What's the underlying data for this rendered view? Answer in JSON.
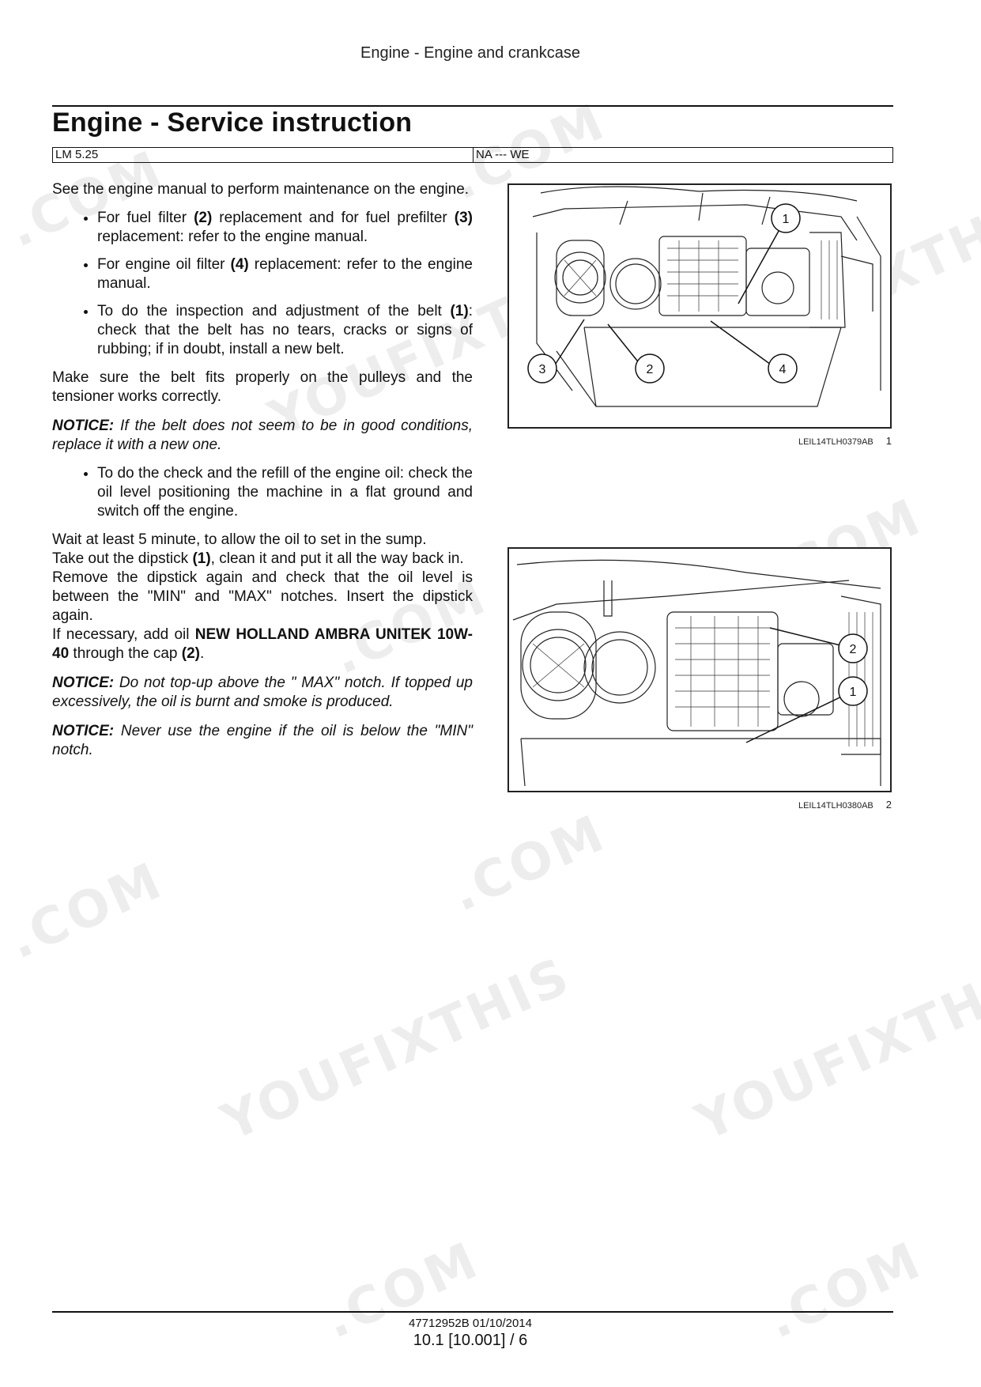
{
  "header": {
    "running_title": "Engine - Engine and crankcase"
  },
  "section": {
    "title": "Engine - Service instruction",
    "model": "LM 5.25",
    "region": "NA --- WE"
  },
  "body": {
    "intro": "See the engine manual to perform maintenance on the engine.",
    "bullet1": {
      "t1": "For fuel filter ",
      "r1": "(2)",
      "t2": " replacement and for fuel prefilter ",
      "r2": "(3)",
      "t3": " replacement: refer to the engine manual."
    },
    "bullet2": {
      "t1": "For engine oil filter ",
      "r1": "(4)",
      "t2": " replacement: refer to the engine manual."
    },
    "bullet3": {
      "t1": "To do the inspection and adjustment of the belt ",
      "r1": "(1)",
      "t2": ": check that the belt has no tears, cracks or signs of rubbing; if in doubt, install a new belt."
    },
    "belt_para": "Make sure the belt fits properly on the pulleys and the tensioner works correctly.",
    "notice1": {
      "label": "NOTICE:",
      "text": " If the belt does not seem to be in good conditions, replace it with a new one."
    },
    "bullet4": "To do the check and the refill of the engine oil: check the oil level positioning the machine in a flat ground and switch off the engine.",
    "wait": "Wait at least 5 minute, to allow the oil to set in the sump.",
    "dipstick": {
      "t1": "Take out the dipstick ",
      "r1": "(1)",
      "t2": ", clean it and put it all the way back in."
    },
    "remove": "Remove the dipstick again and check that the oil level is between the \"MIN\" and \"MAX\" notches. Insert the dipstick again.",
    "add_oil": {
      "t1": "If necessary, add oil ",
      "product": "NEW HOLLAND AMBRA UNITEK 10W-40",
      "t2": " through the cap ",
      "r1": "(2)",
      "t3": "."
    },
    "notice2": {
      "label": "NOTICE:",
      "text": " Do not top-up above the \" MAX\" notch. If topped up excessively, the oil is burnt and smoke is produced."
    },
    "notice3": {
      "label": "NOTICE:",
      "text": " Never use the engine if the oil is below the \"MIN\" notch."
    }
  },
  "figures": [
    {
      "code": "LEIL14TLH0379AB",
      "number": "1",
      "callouts": [
        "1",
        "3",
        "2",
        "4"
      ]
    },
    {
      "code": "LEIL14TLH0380AB",
      "number": "2",
      "callouts": [
        "2",
        "1"
      ]
    }
  ],
  "watermark": {
    "text_a": "YOUFIXTHIS",
    "text_b": ".COM"
  },
  "footer": {
    "doc_code": "47712952B 01/10/2014",
    "page_ref": "10.1 [10.001] / 6"
  }
}
